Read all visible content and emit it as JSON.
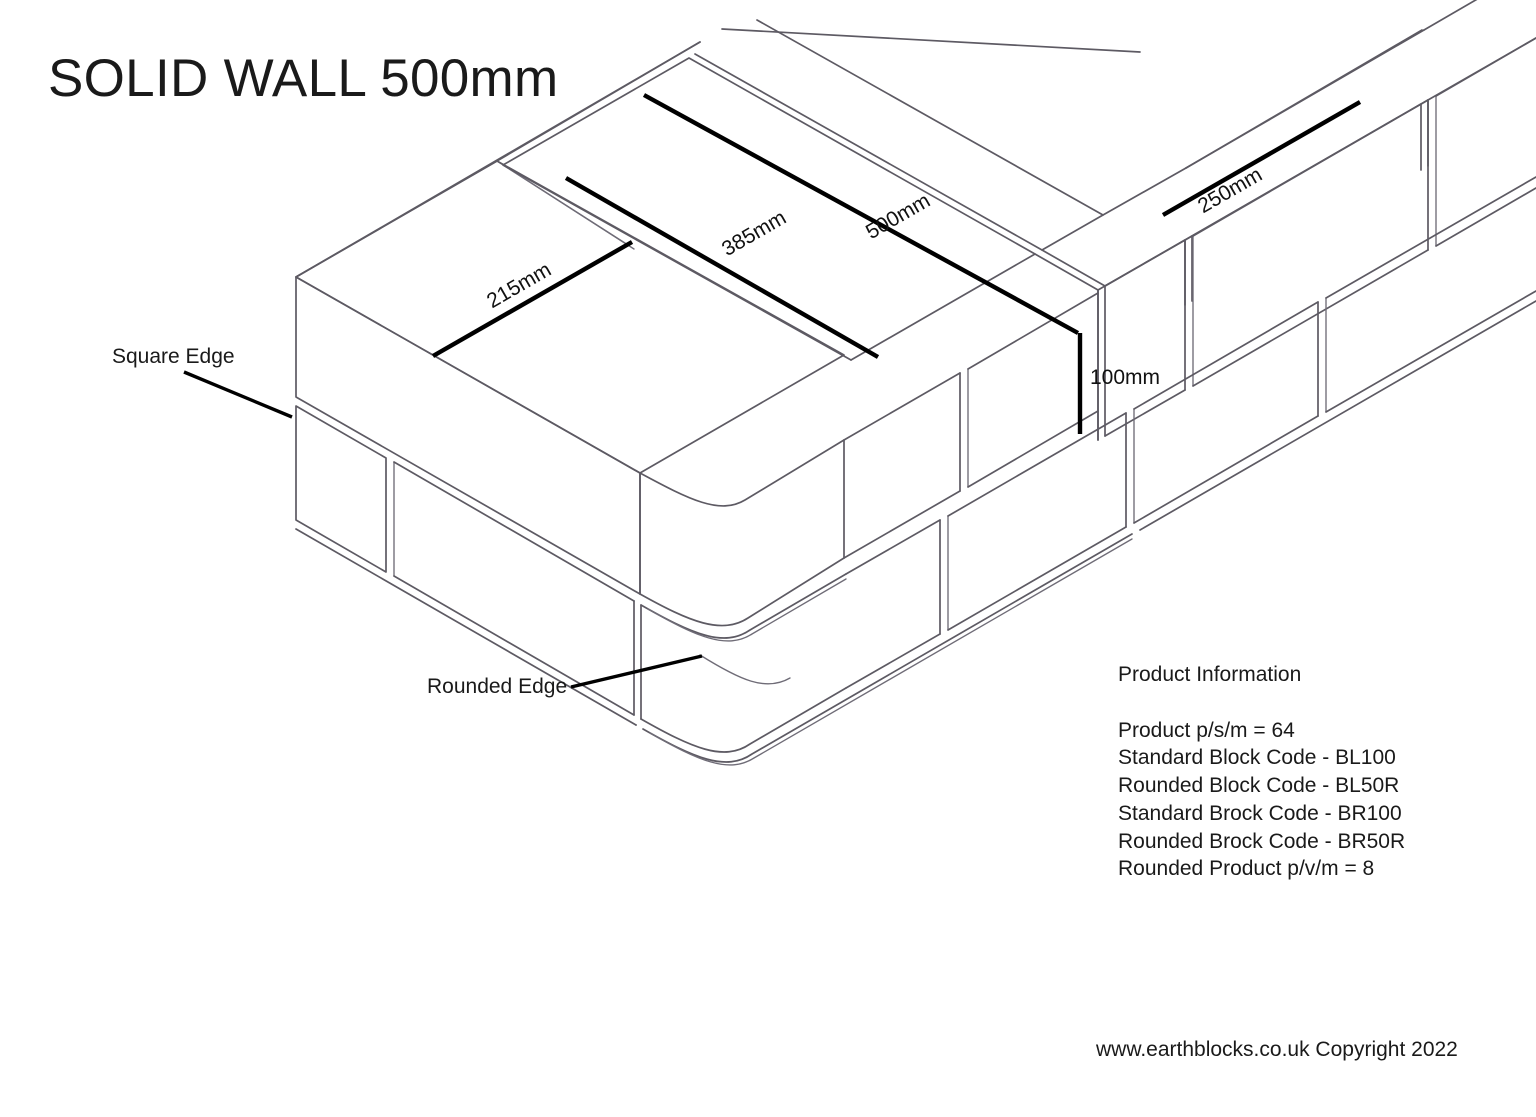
{
  "title": "SOLID WALL 500mm",
  "callouts": {
    "square_edge": "Square Edge",
    "rounded_edge": "Rounded Edge"
  },
  "dimensions": {
    "d215": "215mm",
    "d385": "385mm",
    "d500": "500mm",
    "d250": "250mm",
    "d100": "100mm"
  },
  "product_info": {
    "heading": "Product Information",
    "lines": [
      "Product p/s/m = 64",
      "Standard Block Code - BL100",
      "Rounded Block Code - BL50R",
      "Standard Brock Code - BR100",
      "Rounded Brock Code - BR50R",
      "Rounded Product p/v/m = 8"
    ]
  },
  "footer": "www.earthblocks.co.uk Copyright 2022",
  "colors": {
    "background": "#ffffff",
    "block_outline": "#5d5a63",
    "dimension_line": "#000000",
    "text": "#1a1a1a"
  }
}
